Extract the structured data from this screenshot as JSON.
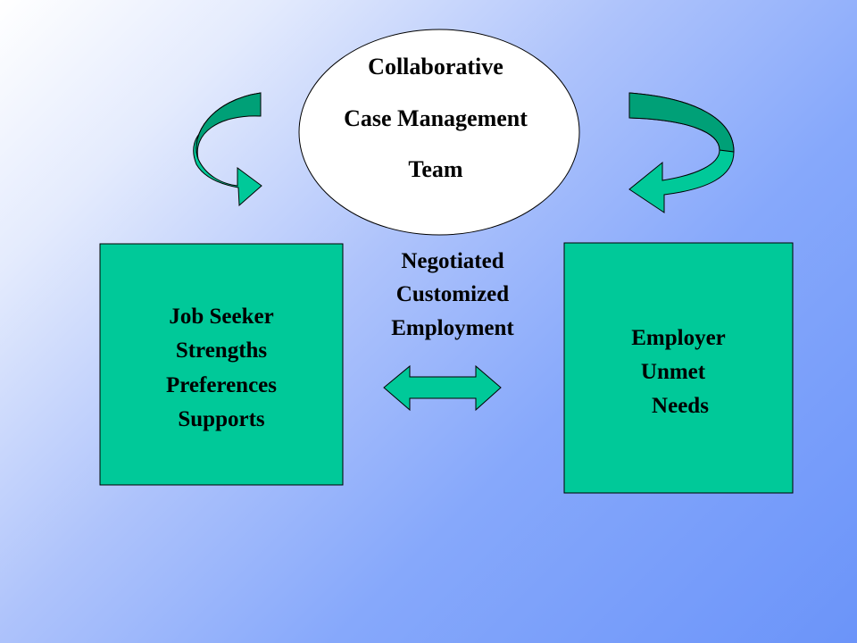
{
  "colors": {
    "box_fill": "#00c999",
    "arrow_fill": "#00c999",
    "arrow_shade": "#00a077",
    "ellipse_fill": "#ffffff",
    "stroke": "#000000"
  },
  "team": {
    "line1": "Collaborative",
    "line2": "Case Management",
    "line3": "Team"
  },
  "job_seeker": {
    "line1": "Job Seeker",
    "line2": "Strengths",
    "line3": "Preferences",
    "line4": "Supports"
  },
  "employer": {
    "line1": "Employer",
    "line2": "Unmet",
    "line3": "Needs"
  },
  "negotiation": {
    "line1": "Negotiated",
    "line2": "Customized",
    "line3": "Employment"
  },
  "icons": {
    "left_arrow": "curved-arrow-icon",
    "right_arrow": "curved-arrow-icon",
    "middle_arrow": "double-arrow-icon"
  }
}
